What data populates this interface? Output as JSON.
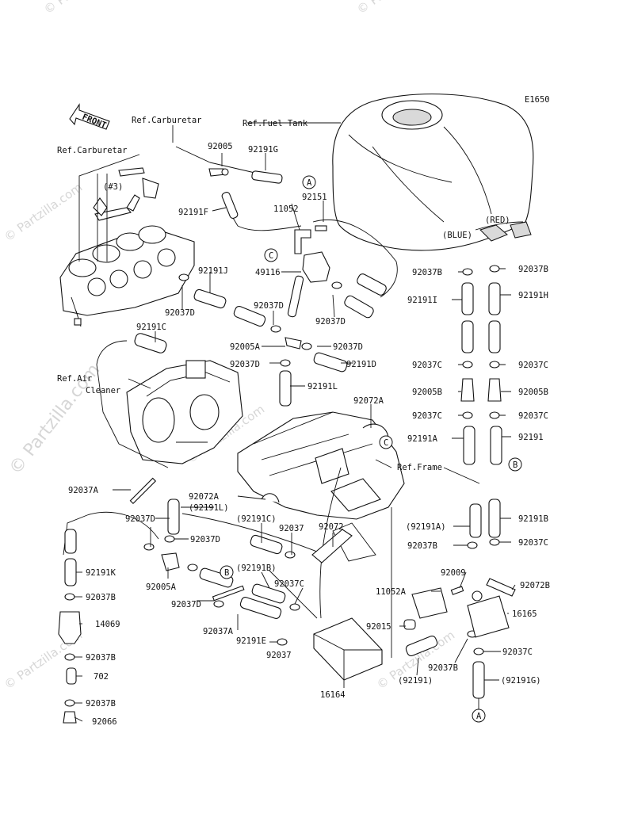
{
  "diagram": {
    "code": "E1650",
    "front_label": "FRONT",
    "references": {
      "carburetor_top": "Ref.Carburetar",
      "carburetor_left": "Ref.Carburetar",
      "carb_number": "(#3)",
      "fuel_tank": "Ref.Fuel Tank",
      "air_cleaner_1": "Ref.Air",
      "air_cleaner_2": "Cleaner",
      "frame": "Ref.Frame",
      "blue": "(BLUE)",
      "red": "(RED)"
    },
    "callouts": {
      "a1": "A",
      "a2": "A",
      "b1": "B",
      "b2": "B",
      "c1": "C",
      "c2": "C"
    },
    "part_numbers": {
      "p92005_top": "92005",
      "p92191G": "92191G",
      "p92151": "92151",
      "p11052": "11052",
      "p92191F": "92191F",
      "p49116": "49116",
      "p92191J": "92191J",
      "p92037D_a": "92037D",
      "p92037D_b": "92037D",
      "p92037D_c": "92037D",
      "p92005A_a": "92005A",
      "p92037D_d": "92037D",
      "p92037D_e": "92037D",
      "p92191D": "92191D",
      "p92191C": "92191C",
      "p92191L": "92191L",
      "p92072A_a": "92072A",
      "p92037A_a": "92037A",
      "p92072A_b": "92072A",
      "p92191L_paren": "(92191L)",
      "p92037D_f": "92037D",
      "p92037D_g": "92037D",
      "p92191C_paren": "(92191C)",
      "p92037_a": "92037",
      "p92072": "92072",
      "p92191K": "92191K",
      "p92005A_b": "92005A",
      "p92191B_paren": "(92191B)",
      "p92037D_h": "92037D",
      "p92037C_a": "92037C",
      "p92037A_b": "92037A",
      "p92191E": "92191E",
      "p92037_b": "92037",
      "p16164": "16164",
      "p92037B_a": "92037B",
      "p14069": "14069",
      "p92037B_b": "92037B",
      "p702": "702",
      "p92037B_c": "92037B",
      "p92066": "92066",
      "r92037B_top_l": "92037B",
      "r92037B_top_r": "92037B",
      "r92191I": "92191I",
      "r92191H": "92191H",
      "r92037C_1l": "92037C",
      "r92037C_1r": "92037C",
      "r92005B_l": "92005B",
      "r92005B_r": "92005B",
      "r92037C_2l": "92037C",
      "r92037C_2r": "92037C",
      "r92191A": "92191A",
      "r92191": "92191",
      "r92191A_paren": "(92191A)",
      "r92191B": "92191B",
      "r92037B_mid": "92037B",
      "r92037C_mid": "92037C",
      "r92009": "92009",
      "r11052A": "11052A",
      "r92072B": "92072B",
      "r92015": "92015",
      "r16165": "16165",
      "r92037B_low": "92037B",
      "r92037C_low": "92037C",
      "r92191_paren": "(92191)",
      "r92191G_paren": "(92191G)"
    },
    "watermarks": {
      "main": "© Partzilla.com",
      "small": "© Partzilla.com"
    }
  }
}
